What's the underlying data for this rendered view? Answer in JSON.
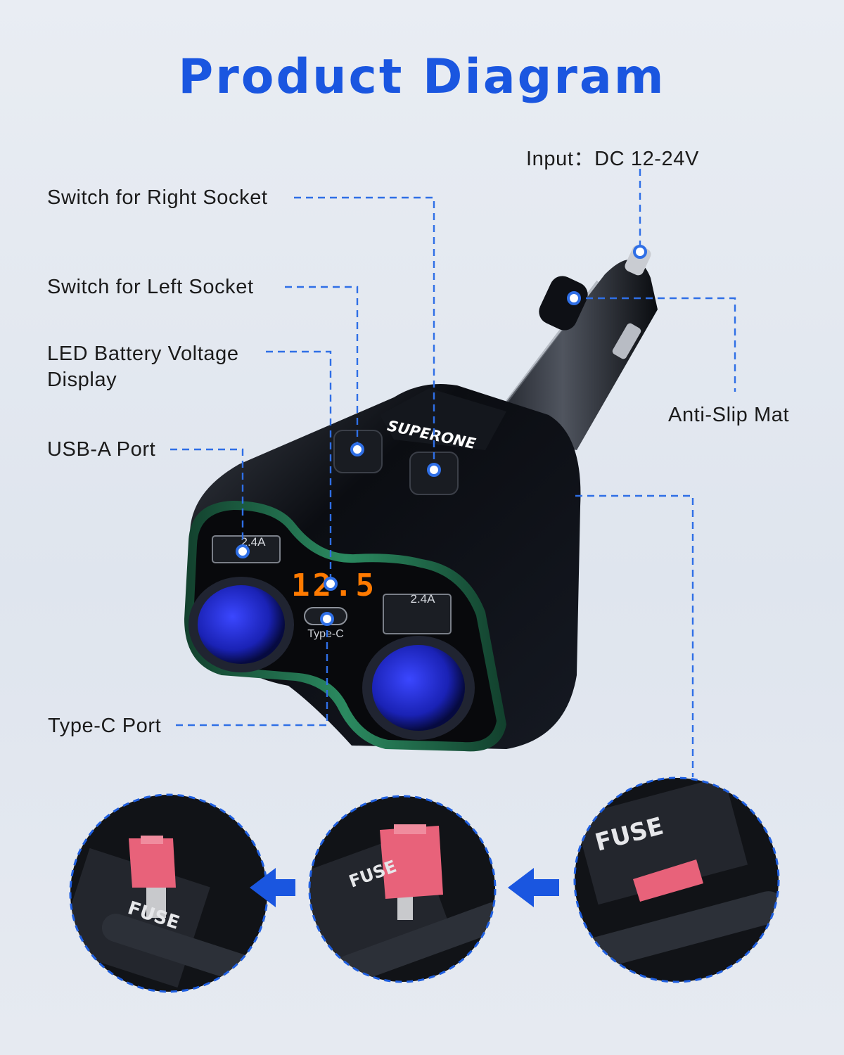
{
  "title": "Product Diagram",
  "colors": {
    "accent": "#1a56e0",
    "leader": "#2f6fe6",
    "device_body": "#0c0f14",
    "trim": "#1e6e4d",
    "socket_glow": "#2330d8",
    "led_digits": "#ff7a00",
    "fuse": "#e8627a"
  },
  "labels": {
    "input": "Input：DC 12-24V",
    "switch_right": "Switch for Right Socket",
    "switch_left": "Switch for Left Socket",
    "led_display": "LED Battery Voltage\nDisplay",
    "usb_a": "USB-A Port",
    "anti_slip": "Anti-Slip Mat",
    "type_c": "Type-C Port"
  },
  "device": {
    "brand": "SUPERONE",
    "led_value": "12.5",
    "usb_left_rating": "2.4A",
    "usb_right_rating": "2.4A",
    "typec_text": "Type-C"
  },
  "fuse_steps": {
    "fuse_label": "FUSE",
    "icons": [
      "fuse-removal-step-3",
      "fuse-removal-step-2",
      "fuse-removal-step-1"
    ],
    "arrow_icon": "arrow-left-icon"
  }
}
